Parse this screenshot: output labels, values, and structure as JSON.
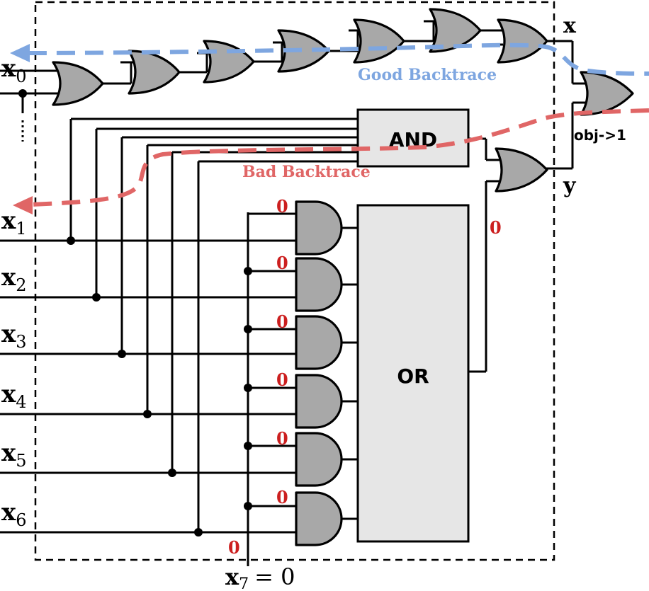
{
  "labels": {
    "x0": "x",
    "x0_sub": "0",
    "x1": "x",
    "x1_sub": "1",
    "x2": "x",
    "x2_sub": "2",
    "x3": "x",
    "x3_sub": "3",
    "x4": "x",
    "x4_sub": "4",
    "x5": "x",
    "x5_sub": "5",
    "x6": "x",
    "x6_sub": "6",
    "x7": "x",
    "x7_sub": "7",
    "x7_eq": "= 0",
    "out_x": "x",
    "out_y": "y",
    "and_block": "AND",
    "or_block": "OR",
    "good_backtrace": "Good Backtrace",
    "bad_backtrace": "Bad Backtrace",
    "objective": "obj->1",
    "zero": "0"
  },
  "colors": {
    "good": "#7ea6e0",
    "bad": "#e06666",
    "zero": "#cc1f1f",
    "gate_fill": "#a8a8a8",
    "block_fill": "#e6e6e6"
  }
}
